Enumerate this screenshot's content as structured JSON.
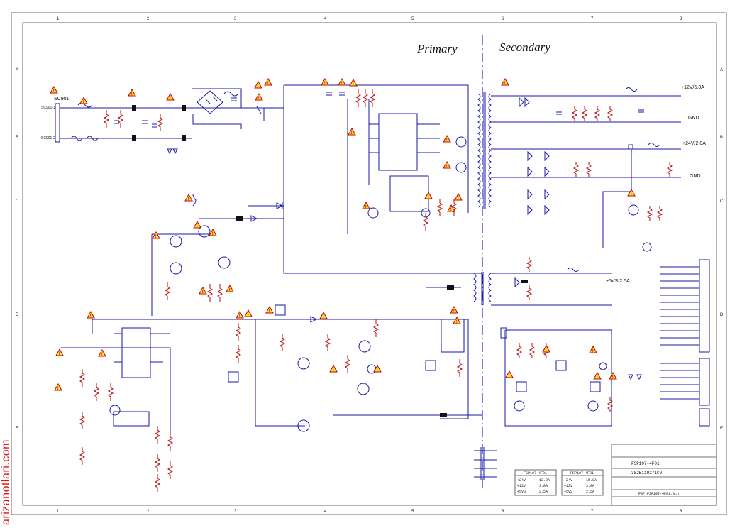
{
  "regions": {
    "primary": "Primary",
    "secondary": "Secondary"
  },
  "rails": {
    "r1": "+12V/5.0A",
    "gnd1": "GND",
    "r2": "+24V/2.0A",
    "gnd2": "GND",
    "r3": "+5VS/2.5A"
  },
  "input": {
    "connector": "SC901",
    "line_pins": [
      "SC901-1",
      "SC901-2"
    ]
  },
  "table_left": {
    "title": "FSP107-4F01",
    "rows": [
      {
        "rail": "+24V",
        "current": "12.0A"
      },
      {
        "rail": "+12V",
        "current": "3.0A"
      },
      {
        "rail": "+5VS",
        "current": "2.5A"
      }
    ]
  },
  "table_right": {
    "title": "FSP107-4F01",
    "rows": [
      {
        "rail": "+24V",
        "current": "15.0A"
      },
      {
        "rail": "+12V",
        "current": "3.0A"
      },
      {
        "rail": "+5VS",
        "current": "2.5A"
      }
    ]
  },
  "title_block": {
    "line1": "FSP107-4F01",
    "line2": "3S2B119271C0",
    "line3": "FSP-FSP107-4F01.Sch"
  },
  "border": {
    "cols": [
      "1",
      "2",
      "3",
      "4",
      "5",
      "6",
      "7",
      "8"
    ],
    "rows": [
      "A",
      "B",
      "C",
      "D",
      "E"
    ]
  },
  "watermark": "arizanotlari.com",
  "colors": {
    "wire": "#1a1aa6",
    "resistor": "#b01010",
    "warning_fill": "#ffdf3a",
    "watermark": "#e01010"
  },
  "icons": {
    "warning": "warning-triangle-icon"
  }
}
